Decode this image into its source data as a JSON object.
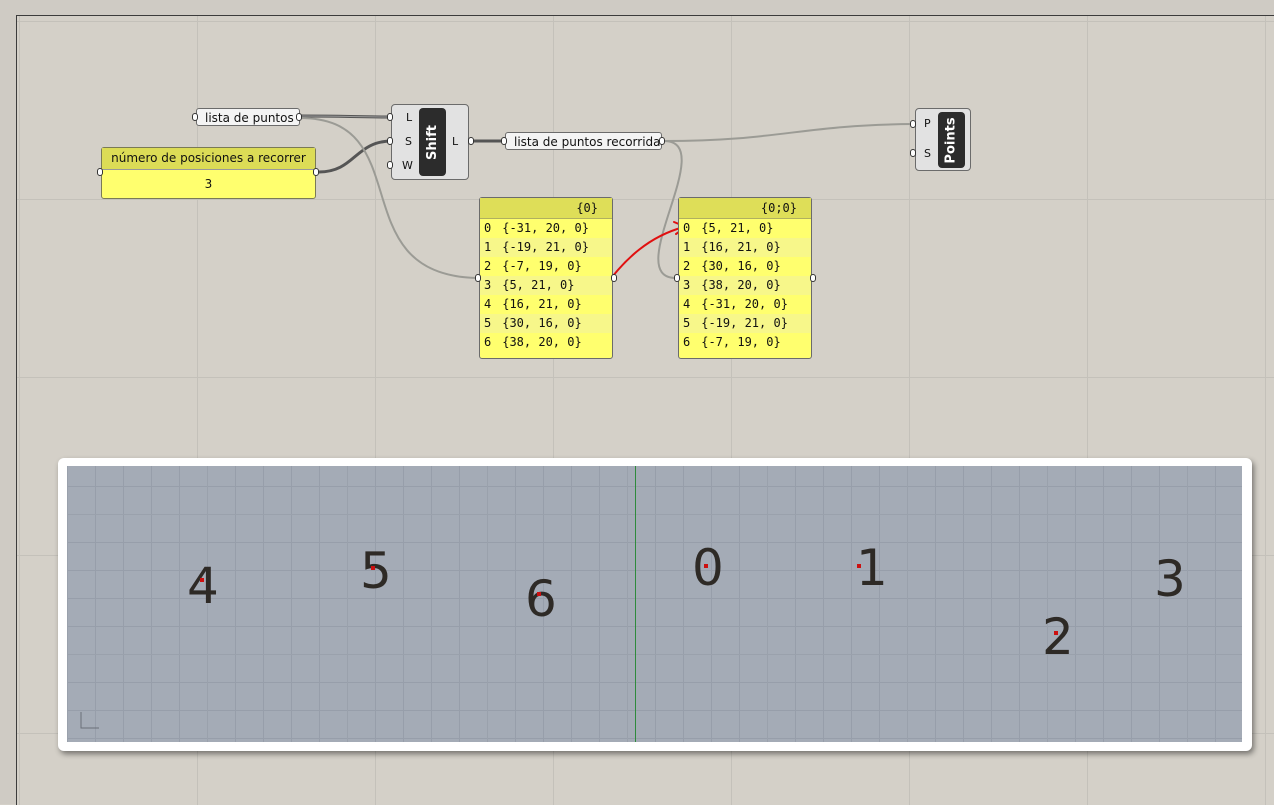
{
  "nodes": {
    "lista_de_puntos": "lista de puntos",
    "slider_label": "número de posiciones a recorrer",
    "slider_value": "3",
    "shift": {
      "title": "Shift",
      "inputs": [
        "L",
        "S",
        "W"
      ],
      "output": "L"
    },
    "lista_recorrida": "lista de puntos recorrida",
    "points": {
      "title": "Points",
      "inputs": [
        "P",
        "S"
      ]
    }
  },
  "panel_a": {
    "path": "{0}",
    "rows": [
      {
        "i": "0",
        "v": "{-31, 20, 0}"
      },
      {
        "i": "1",
        "v": "{-19, 21, 0}"
      },
      {
        "i": "2",
        "v": "{-7, 19, 0}"
      },
      {
        "i": "3",
        "v": "{5, 21, 0}"
      },
      {
        "i": "4",
        "v": "{16, 21, 0}"
      },
      {
        "i": "5",
        "v": "{30, 16, 0}"
      },
      {
        "i": "6",
        "v": "{38, 20, 0}"
      }
    ]
  },
  "panel_b": {
    "path": "{0;0}",
    "rows": [
      {
        "i": "0",
        "v": "{5, 21, 0}"
      },
      {
        "i": "1",
        "v": "{16, 21, 0}"
      },
      {
        "i": "2",
        "v": "{30, 16, 0}"
      },
      {
        "i": "3",
        "v": "{38, 20, 0}"
      },
      {
        "i": "4",
        "v": "{-31, 20, 0}"
      },
      {
        "i": "5",
        "v": "{-19, 21, 0}"
      },
      {
        "i": "6",
        "v": "{-7, 19, 0}"
      }
    ]
  },
  "viewport_labels": [
    "4",
    "5",
    "6",
    "0",
    "1",
    "2",
    "3"
  ],
  "colors": {
    "canvas": "#d4d0c8",
    "panel": "#ffff6e",
    "arrow": "#e01010",
    "viewport": "#a4abb6",
    "point": "#cc1010"
  }
}
